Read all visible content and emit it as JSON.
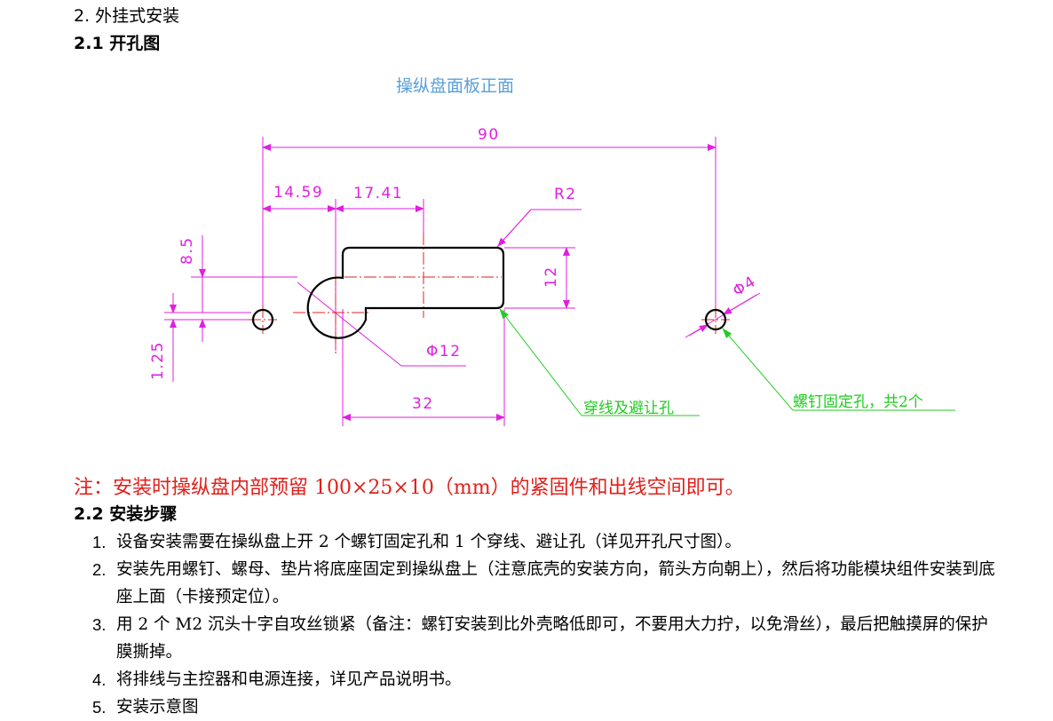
{
  "headings": {
    "section": "2. 外挂式安装",
    "drill": "2.1 开孔图",
    "steps": "2.2 安装步骤"
  },
  "drawing": {
    "caption": "操纵盘面板正面",
    "dims": {
      "overall": "90",
      "left_offset": "14.59",
      "slot_offset": "17.41",
      "radius": "R2",
      "slot_height": "12",
      "vertical_offset": "8.5",
      "small_offset": "1.25",
      "big_hole": "Φ12",
      "slot_width": "32",
      "screw_hole": "Φ4"
    },
    "callouts": {
      "threading": "穿线及避让孔",
      "screw": "螺钉固定孔，共2个"
    },
    "colors": {
      "dimension": "#e01fe0",
      "outline": "#000000",
      "centerline": "#e02020",
      "callout": "#22cc22",
      "caption": "#5aa0d8"
    }
  },
  "note": "注：安装时操纵盘内部预留  100×25×10（mm）的紧固件和出线空间即可。",
  "steps": [
    {
      "num": "1.",
      "text": "设备安装需要在操纵盘上开 2 个螺钉固定孔和 1 个穿线、避让孔（详见开孔尺寸图）。"
    },
    {
      "num": "2.",
      "text": "安装先用螺钉、螺母、垫片将底座固定到操纵盘上（注意底壳的安装方向，箭头方向朝上），然后将功能模块组件安装到底座上面（卡接预定位）。"
    },
    {
      "num": "3.",
      "text": "用 2 个 M2 沉头十字自攻丝锁紧（备注：螺钉安装到比外壳略低即可，不要用大力拧，以免滑丝），最后把触摸屏的保护膜撕掉。"
    },
    {
      "num": "4.",
      "text": "将排线与主控器和电源连接，详见产品说明书。"
    },
    {
      "num": "5.",
      "text": "安装示意图"
    }
  ]
}
